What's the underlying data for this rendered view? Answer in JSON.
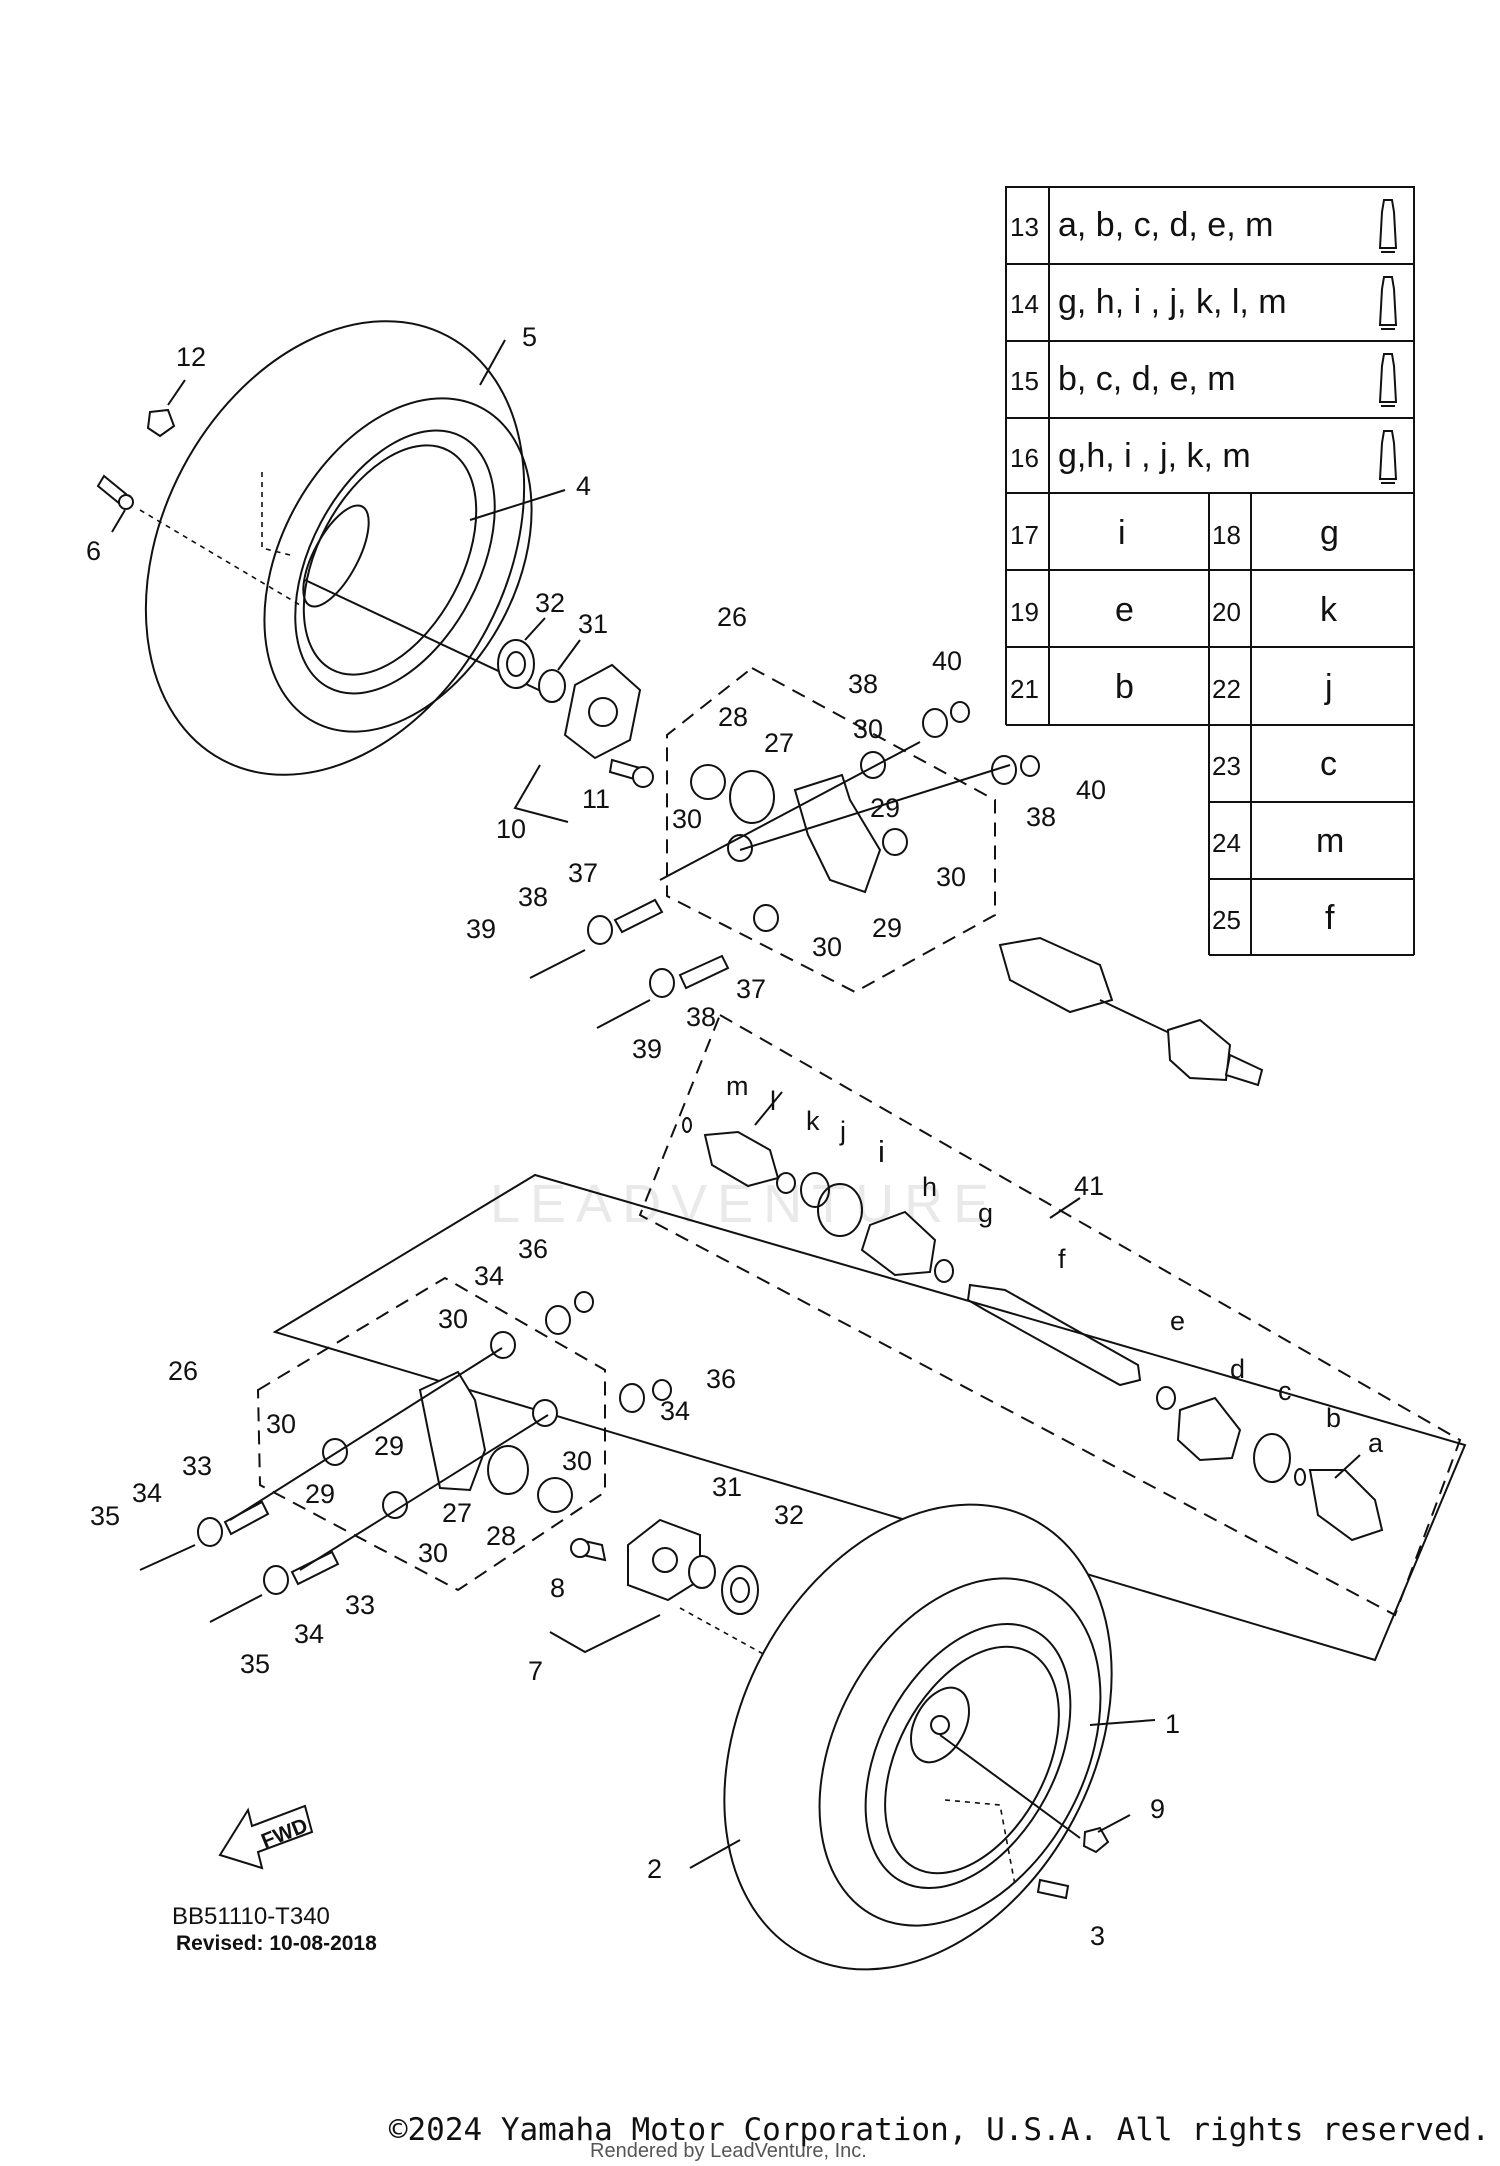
{
  "diagram": {
    "labels": [
      {
        "id": "l1",
        "text": "1"
      },
      {
        "id": "l2",
        "text": "2"
      },
      {
        "id": "l3",
        "text": "3"
      },
      {
        "id": "l4",
        "text": "4"
      },
      {
        "id": "l5",
        "text": "5"
      },
      {
        "id": "l6",
        "text": "6"
      },
      {
        "id": "l7",
        "text": "7"
      },
      {
        "id": "l8",
        "text": "8"
      },
      {
        "id": "l9",
        "text": "9"
      },
      {
        "id": "l10",
        "text": "10"
      },
      {
        "id": "l11",
        "text": "11"
      },
      {
        "id": "l12",
        "text": "12"
      },
      {
        "id": "l26a",
        "text": "26"
      },
      {
        "id": "l26b",
        "text": "26"
      },
      {
        "id": "l27a",
        "text": "27"
      },
      {
        "id": "l27b",
        "text": "27"
      },
      {
        "id": "l28a",
        "text": "28"
      },
      {
        "id": "l28b",
        "text": "28"
      },
      {
        "id": "l29a",
        "text": "29"
      },
      {
        "id": "l29b",
        "text": "29"
      },
      {
        "id": "l29c",
        "text": "29"
      },
      {
        "id": "l29d",
        "text": "29"
      },
      {
        "id": "l30a",
        "text": "30"
      },
      {
        "id": "l30b",
        "text": "30"
      },
      {
        "id": "l30c",
        "text": "30"
      },
      {
        "id": "l30d",
        "text": "30"
      },
      {
        "id": "l30e",
        "text": "30"
      },
      {
        "id": "l30f",
        "text": "30"
      },
      {
        "id": "l30g",
        "text": "30"
      },
      {
        "id": "l30h",
        "text": "30"
      },
      {
        "id": "l31a",
        "text": "31"
      },
      {
        "id": "l31b",
        "text": "31"
      },
      {
        "id": "l32a",
        "text": "32"
      },
      {
        "id": "l32b",
        "text": "32"
      },
      {
        "id": "l33a",
        "text": "33"
      },
      {
        "id": "l33b",
        "text": "33"
      },
      {
        "id": "l34a",
        "text": "34"
      },
      {
        "id": "l34b",
        "text": "34"
      },
      {
        "id": "l34c",
        "text": "34"
      },
      {
        "id": "l34d",
        "text": "34"
      },
      {
        "id": "l35a",
        "text": "35"
      },
      {
        "id": "l35b",
        "text": "35"
      },
      {
        "id": "l36a",
        "text": "36"
      },
      {
        "id": "l36b",
        "text": "36"
      },
      {
        "id": "l37a",
        "text": "37"
      },
      {
        "id": "l37b",
        "text": "37"
      },
      {
        "id": "l38a",
        "text": "38"
      },
      {
        "id": "l38b",
        "text": "38"
      },
      {
        "id": "l38c",
        "text": "38"
      },
      {
        "id": "l38d",
        "text": "38"
      },
      {
        "id": "l39a",
        "text": "39"
      },
      {
        "id": "l39b",
        "text": "39"
      },
      {
        "id": "l40a",
        "text": "40"
      },
      {
        "id": "l40b",
        "text": "40"
      },
      {
        "id": "l41",
        "text": "41"
      },
      {
        "id": "la",
        "text": "a"
      },
      {
        "id": "lb",
        "text": "b"
      },
      {
        "id": "lc",
        "text": "c"
      },
      {
        "id": "ld",
        "text": "d"
      },
      {
        "id": "le",
        "text": "e"
      },
      {
        "id": "lf",
        "text": "f"
      },
      {
        "id": "lg",
        "text": "g"
      },
      {
        "id": "lh",
        "text": "h"
      },
      {
        "id": "li",
        "text": "i"
      },
      {
        "id": "lj",
        "text": "j"
      },
      {
        "id": "lk",
        "text": "k"
      },
      {
        "id": "ll",
        "text": "l"
      },
      {
        "id": "lm",
        "text": "m"
      }
    ],
    "table": {
      "wide_rows": [
        {
          "num": "13",
          "text": "a, b, c, d, e, m",
          "icon": "grease-tube-icon"
        },
        {
          "num": "14",
          "text": "g, h, i , j, k, l, m",
          "icon": "grease-tube-icon"
        },
        {
          "num": "15",
          "text": "b, c, d, e, m",
          "icon": "grease-tube-icon"
        },
        {
          "num": "16",
          "text": "g,h, i , j, k, m",
          "icon": "grease-tube-icon"
        }
      ],
      "pairs": [
        {
          "n1": "17",
          "v1": "i",
          "n2": "18",
          "v2": "g"
        },
        {
          "n1": "19",
          "v1": "e",
          "n2": "20",
          "v2": "k"
        },
        {
          "n1": "21",
          "v1": "b",
          "n2": "22",
          "v2": "j"
        }
      ],
      "singles": [
        {
          "num": "23",
          "val": "c"
        },
        {
          "num": "24",
          "val": "m"
        },
        {
          "num": "25",
          "val": "f"
        }
      ]
    },
    "fwd_label": "FWD",
    "watermark": "LEADVENTURE",
    "code": "BB51110-T340",
    "revised": "Revised: 10-08-2018"
  },
  "footer": {
    "copyright": "©2024 Yamaha Motor Corporation, U.S.A. All rights reserved.",
    "rendered_by": "Rendered by LeadVenture, Inc."
  }
}
